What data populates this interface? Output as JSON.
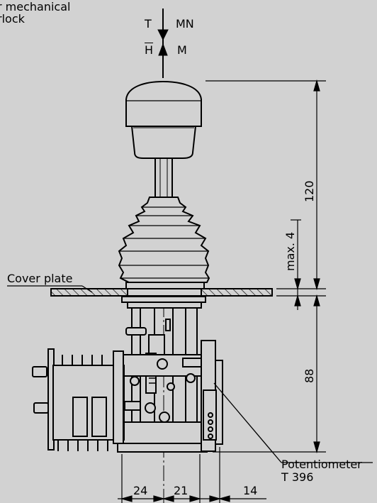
{
  "annotations": {
    "interlock_line1": "r mechanical",
    "interlock_line2": "rlock",
    "cover_plate": "Cover plate",
    "potentiometer_line1": "Potentiometer",
    "potentiometer_line2": "T 396"
  },
  "direction_indicator": {
    "top_left": "T",
    "top_right": "MN",
    "bottom_left": "H",
    "bottom_right": "M"
  },
  "dimensions": {
    "height_120": "120",
    "max_4": "max. 4",
    "depth_88": "88",
    "width_24": "24",
    "width_21": "21",
    "width_14": "14"
  },
  "colors": {
    "background": "#d2d2d2",
    "line": "#000000"
  }
}
